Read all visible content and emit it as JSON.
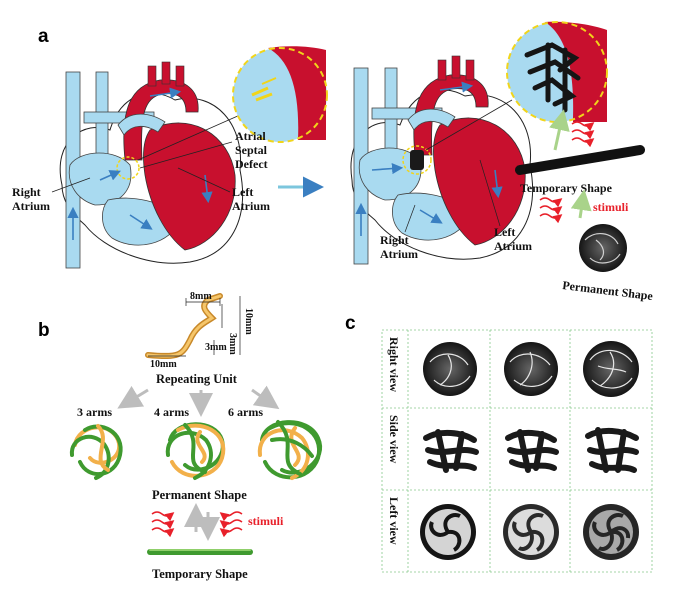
{
  "panels": {
    "a": "a",
    "b": "b",
    "c": "c"
  },
  "panel_a": {
    "atrial_septal_defect": [
      "Atrial",
      "Septal",
      "Defect"
    ],
    "left_heart": {
      "right_atrium": [
        "Right",
        "Atrium"
      ],
      "left_atrium": [
        "Left",
        "Atrium"
      ]
    },
    "right_heart": {
      "right_atrium": [
        "Right",
        "Atrium"
      ],
      "left_atrium": [
        "Left",
        "Atrium"
      ]
    },
    "temporary_shape": "Temporary Shape",
    "stimuli": "stimuli",
    "permanent_shape": "Permanent Shape"
  },
  "panel_b": {
    "dims": {
      "top": "8mm",
      "right": "10mm",
      "mid": "3mm",
      "lower": "3mm",
      "bottom": "10mm"
    },
    "repeating_unit": "Repeating Unit",
    "arms": [
      "3 arms",
      "4 arms",
      "6 arms"
    ],
    "permanent_shape": "Permanent Shape",
    "stimuli": "stimuli",
    "temporary_shape": "Temporary Shape"
  },
  "panel_c": {
    "row_labels": [
      "Right view",
      "Side view",
      "Left view"
    ]
  },
  "colors": {
    "blood_blue": "#a9daf0",
    "blood_red": "#c8102e",
    "stimuli_red": "#e8202a",
    "arrow_blue": "#3a7fc1",
    "coil_green": "#3f9a2f",
    "coil_orange": "#f2b04a",
    "grid_green": "#86c98a"
  }
}
